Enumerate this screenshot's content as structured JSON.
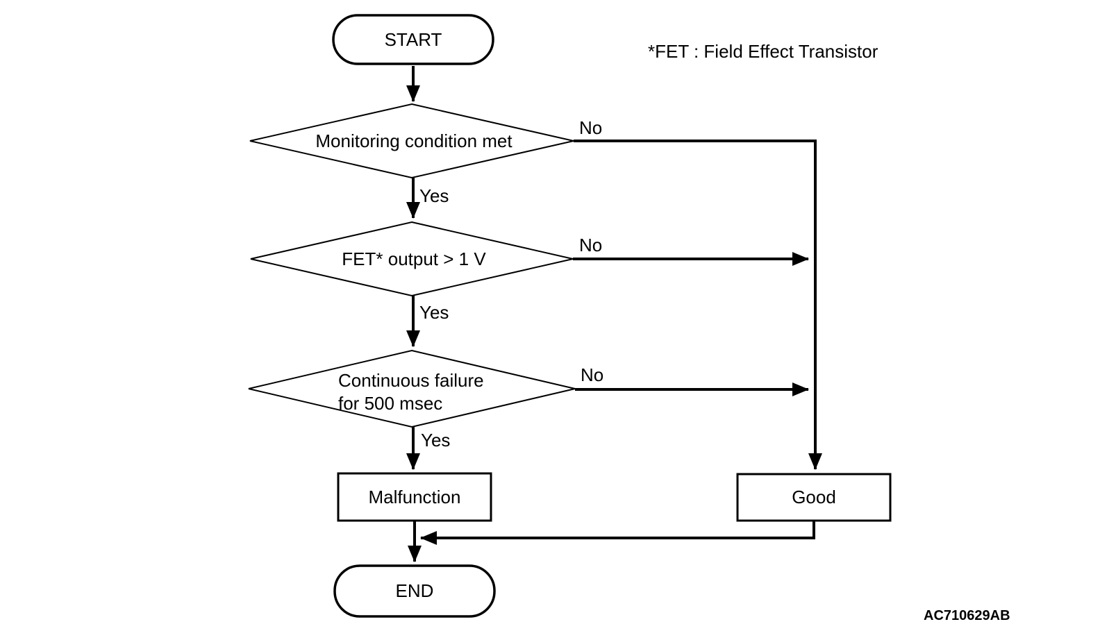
{
  "page": {
    "background": "#ffffff",
    "line_color": "#000000"
  },
  "annotation": {
    "text": "*FET : Field Effect Transistor"
  },
  "figure_code": "AC710629AB",
  "flowchart": {
    "start": "START",
    "decisions": [
      {
        "label": "Monitoring condition met",
        "yes": "Yes",
        "no": "No"
      },
      {
        "label": "FET* output > 1 V",
        "yes": "Yes",
        "no": "No"
      },
      {
        "label_line1": "Continuous failure",
        "label_line2": "for 500 msec",
        "yes": "Yes",
        "no": "No"
      }
    ],
    "malfunction": "Malfunction",
    "good": "Good",
    "end": "END"
  }
}
